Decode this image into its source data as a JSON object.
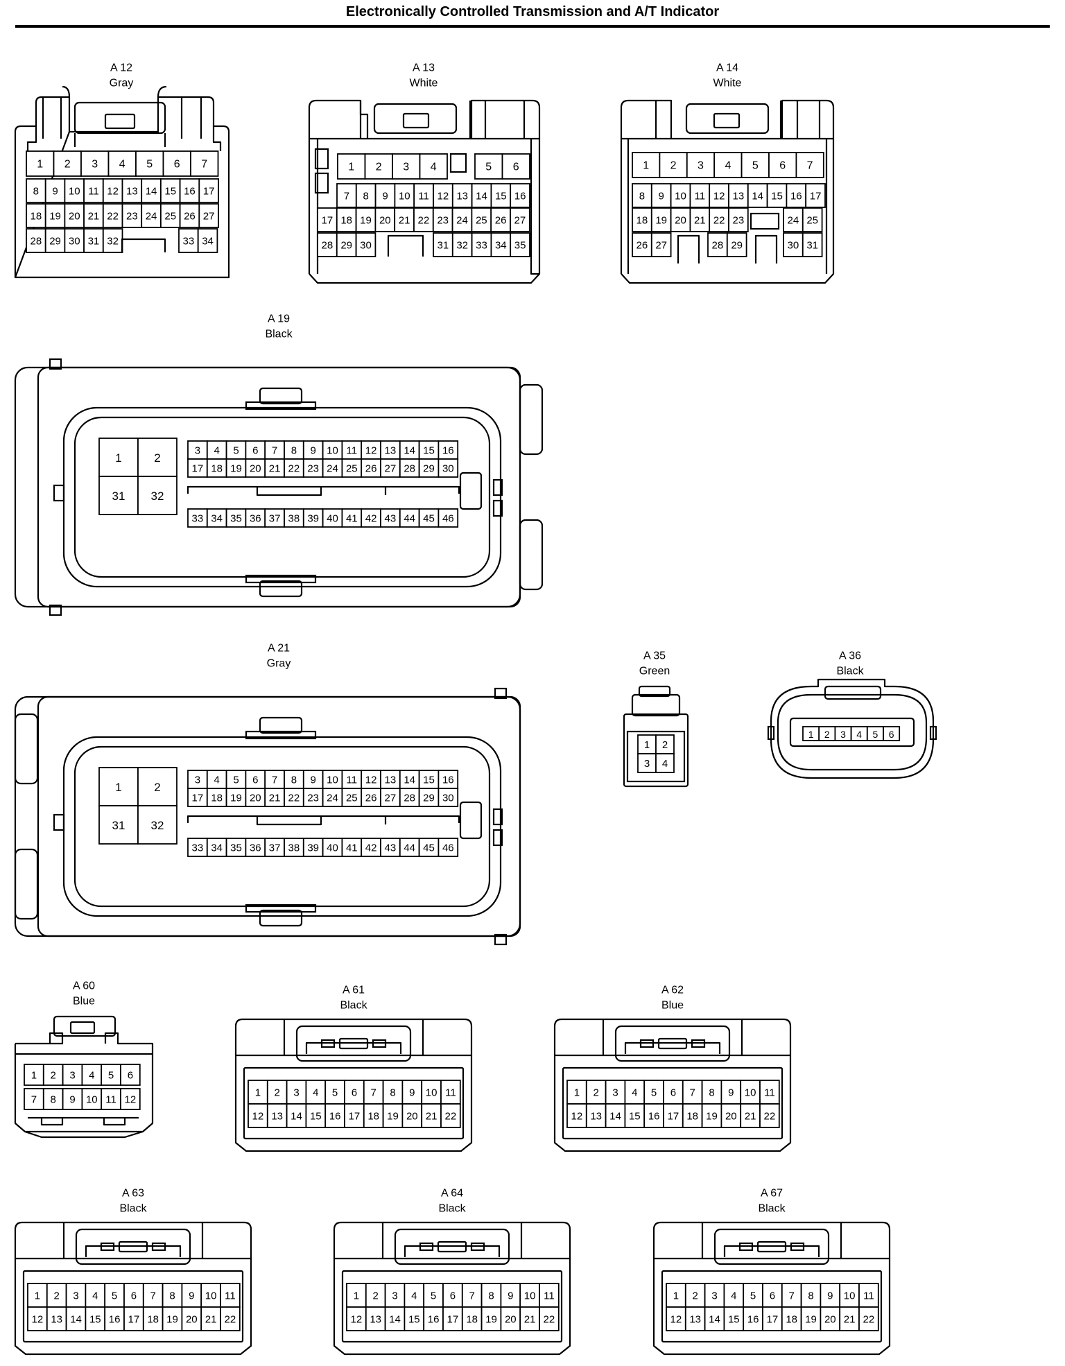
{
  "title": "Electronically Controlled Transmission and A/T Indicator",
  "connectors": [
    {
      "id": "A12",
      "label": "A 12",
      "color": "Gray",
      "rows": [
        [
          1,
          2,
          3,
          4,
          5,
          6,
          7
        ],
        [
          8,
          9,
          10,
          11,
          12,
          13,
          14,
          15,
          16,
          17
        ],
        [
          18,
          19,
          20,
          21,
          22,
          23,
          24,
          25,
          26,
          27
        ],
        [
          28,
          29,
          30,
          31,
          32,
          33,
          34
        ]
      ]
    },
    {
      "id": "A13",
      "label": "A 13",
      "color": "White",
      "rows": [
        [
          1,
          2,
          3,
          4,
          5,
          6
        ],
        [
          7,
          8,
          9,
          10,
          11,
          12,
          13,
          14,
          15,
          16
        ],
        [
          17,
          18,
          19,
          20,
          21,
          22,
          23,
          24,
          25,
          26,
          27
        ],
        [
          28,
          29,
          30,
          31,
          32,
          33,
          34,
          35
        ]
      ]
    },
    {
      "id": "A14",
      "label": "A 14",
      "color": "White",
      "rows": [
        [
          1,
          2,
          3,
          4,
          5,
          6,
          7
        ],
        [
          8,
          9,
          10,
          11,
          12,
          13,
          14,
          15,
          16,
          17
        ],
        [
          18,
          19,
          20,
          21,
          22,
          23,
          24,
          25
        ],
        [
          26,
          27,
          28,
          29,
          30,
          31
        ]
      ]
    },
    {
      "id": "A19",
      "label": "A 19",
      "color": "Black",
      "big": [
        1,
        2,
        31,
        32
      ],
      "rows": [
        [
          3,
          4,
          5,
          6,
          7,
          8,
          9,
          10,
          11,
          12,
          13,
          14,
          15,
          16
        ],
        [
          17,
          18,
          19,
          20,
          21,
          22,
          23,
          24,
          25,
          26,
          27,
          28,
          29,
          30
        ],
        [
          33,
          34,
          35,
          36,
          37,
          38,
          39,
          40,
          41,
          42,
          43,
          44,
          45,
          46
        ]
      ]
    },
    {
      "id": "A21",
      "label": "A 21",
      "color": "Gray",
      "big": [
        1,
        2,
        31,
        32
      ],
      "rows": [
        [
          3,
          4,
          5,
          6,
          7,
          8,
          9,
          10,
          11,
          12,
          13,
          14,
          15,
          16
        ],
        [
          17,
          18,
          19,
          20,
          21,
          22,
          23,
          24,
          25,
          26,
          27,
          28,
          29,
          30
        ],
        [
          33,
          34,
          35,
          36,
          37,
          38,
          39,
          40,
          41,
          42,
          43,
          44,
          45,
          46
        ]
      ]
    },
    {
      "id": "A35",
      "label": "A 35",
      "color": "Green",
      "rows": [
        [
          1,
          2
        ],
        [
          3,
          4
        ]
      ]
    },
    {
      "id": "A36",
      "label": "A 36",
      "color": "Black",
      "rows": [
        [
          1,
          2,
          3,
          4,
          5,
          6
        ]
      ]
    },
    {
      "id": "A60",
      "label": "A 60",
      "color": "Blue",
      "rows": [
        [
          1,
          2,
          3,
          4,
          5,
          6
        ],
        [
          7,
          8,
          9,
          10,
          11,
          12
        ]
      ]
    },
    {
      "id": "A61",
      "label": "A 61",
      "color": "Black",
      "rows": [
        [
          1,
          2,
          3,
          4,
          5,
          6,
          7,
          8,
          9,
          10,
          11
        ],
        [
          12,
          13,
          14,
          15,
          16,
          17,
          18,
          19,
          20,
          21,
          22
        ]
      ]
    },
    {
      "id": "A62",
      "label": "A 62",
      "color": "Blue",
      "rows": [
        [
          1,
          2,
          3,
          4,
          5,
          6,
          7,
          8,
          9,
          10,
          11
        ],
        [
          12,
          13,
          14,
          15,
          16,
          17,
          18,
          19,
          20,
          21,
          22
        ]
      ]
    },
    {
      "id": "A63",
      "label": "A 63",
      "color": "Black",
      "rows": [
        [
          1,
          2,
          3,
          4,
          5,
          6,
          7,
          8,
          9,
          10,
          11
        ],
        [
          12,
          13,
          14,
          15,
          16,
          17,
          18,
          19,
          20,
          21,
          22
        ]
      ]
    },
    {
      "id": "A64",
      "label": "A 64",
      "color": "Black",
      "rows": [
        [
          1,
          2,
          3,
          4,
          5,
          6,
          7,
          8,
          9,
          10,
          11
        ],
        [
          12,
          13,
          14,
          15,
          16,
          17,
          18,
          19,
          20,
          21,
          22
        ]
      ]
    },
    {
      "id": "A67",
      "label": "A 67",
      "color": "Black",
      "rows": [
        [
          1,
          2,
          3,
          4,
          5,
          6,
          7,
          8,
          9,
          10,
          11
        ],
        [
          12,
          13,
          14,
          15,
          16,
          17,
          18,
          19,
          20,
          21,
          22
        ]
      ]
    }
  ]
}
